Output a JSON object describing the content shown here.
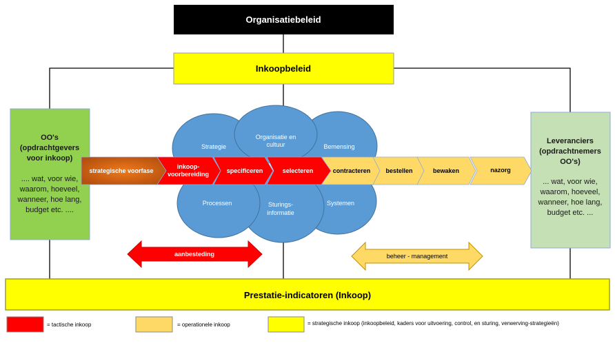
{
  "top": {
    "organisatiebeleid": "Organisatiebeleid",
    "inkoopbeleid": "Inkoopbeleid"
  },
  "left_box": {
    "title": [
      "OO's",
      "(opdrachtgevers",
      "voor inkoop)"
    ],
    "body": [
      ".... wat, voor wie,",
      "waarom, hoeveel,",
      "wanneer, hoe lang,",
      "budget etc. ...."
    ]
  },
  "right_box": {
    "title": [
      "Leveranciers",
      "(opdrachtnemers",
      "OO's)"
    ],
    "body": [
      "... wat, voor wie,",
      "waarom, hoeveel,",
      "wanneer, hoe lang,",
      "budget etc. ..."
    ]
  },
  "circles": [
    "Strategie",
    "Organisatie en",
    "cultuur",
    "Bemensing",
    "Processen",
    "Sturings-",
    "informatie",
    "Systemen"
  ],
  "phases": [
    "strategische voorfase",
    "inkoop-",
    "voorbereiding",
    "specificeren",
    "selecteren",
    "contracteren",
    "bestellen",
    "bewaken",
    "nazorg"
  ],
  "arrows": {
    "aanbesteding": "aanbesteding",
    "beheer": "beheer - management"
  },
  "bottom": {
    "prestatie": "Prestatie-indicatoren (Inkoop)"
  },
  "legend": [
    {
      "label": "= tactische inkoop",
      "color": "#ff0000"
    },
    {
      "label": "= operationele inkoop",
      "color": "#ffd966"
    },
    {
      "label": "= strategische inkoop (inkoopbeleid, kaders voor uitvoering, control, en sturing, verwerving-strategieën)",
      "color": "#ffff00"
    }
  ],
  "colors": {
    "black": "#000000",
    "yellow": "#ffff00",
    "green_left": "#92d050",
    "green_right": "#c5e0b4",
    "blue": "#5b9bd5",
    "red": "#ff0000",
    "orange": "#ffd966",
    "voorfase": "#e46c0a"
  }
}
